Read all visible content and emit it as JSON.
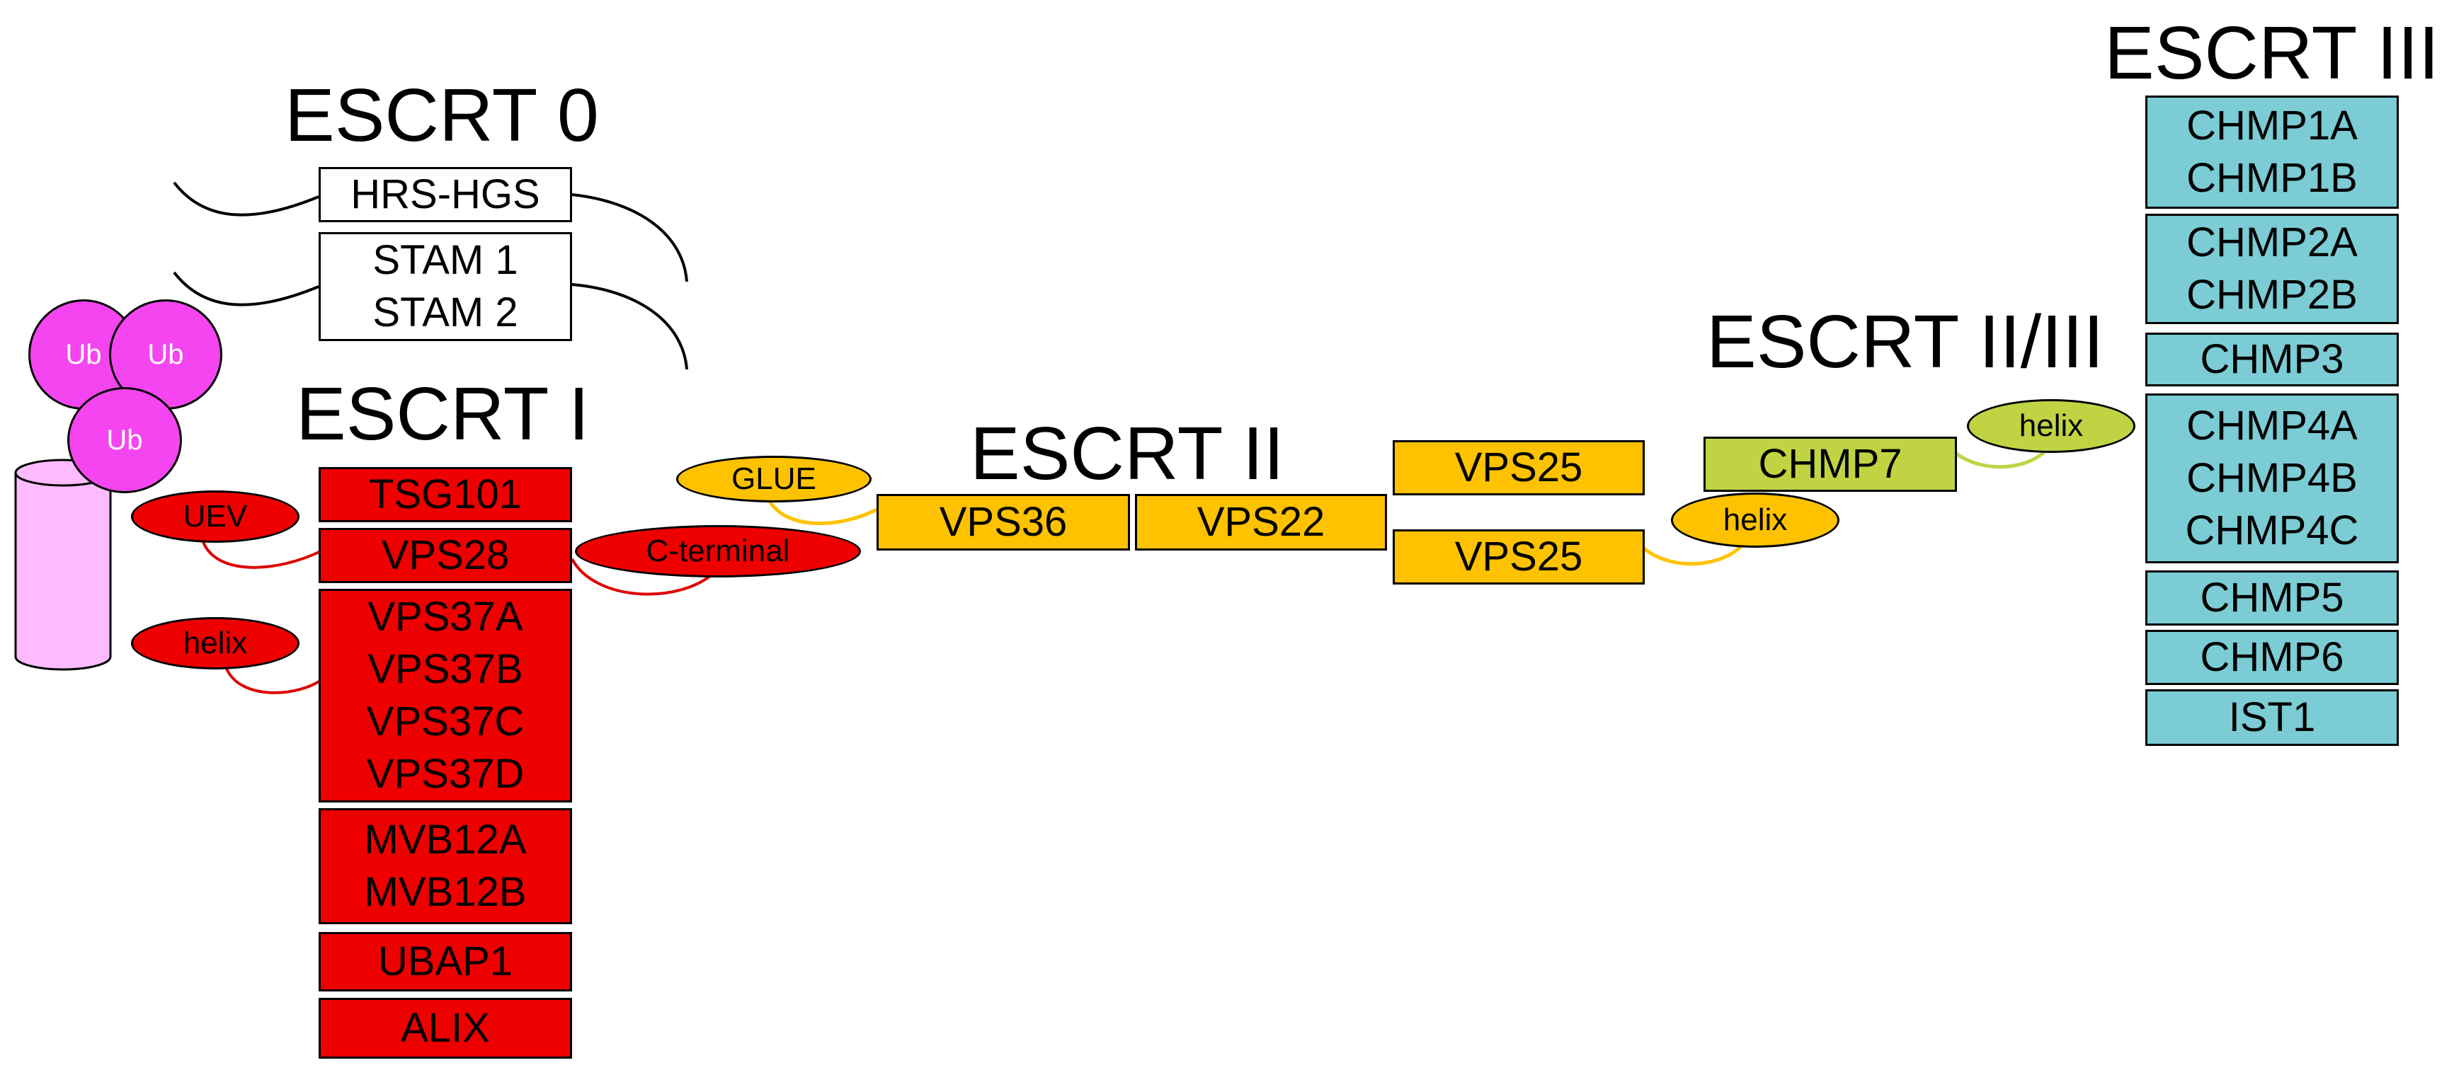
{
  "titles": {
    "escrt0": "ESCRT 0",
    "escrt1": "ESCRT I",
    "escrt2": "ESCRT II",
    "escrt23": "ESCRT II/III",
    "escrt3": "ESCRT III"
  },
  "escrt0": {
    "hrs": [
      "HRS-HGS"
    ],
    "stam": [
      "STAM 1",
      "STAM 2"
    ]
  },
  "escrt1": {
    "tsg101": [
      "TSG101"
    ],
    "vps28": [
      "VPS28"
    ],
    "vps37": [
      "VPS37A",
      "VPS37B",
      "VPS37C",
      "VPS37D"
    ],
    "mvb12": [
      "MVB12A",
      "MVB12B"
    ],
    "ubap1": [
      "UBAP1"
    ],
    "alix": [
      "ALIX"
    ]
  },
  "escrt2": {
    "vps36": [
      "VPS36"
    ],
    "vps22": [
      "VPS22"
    ],
    "vps25_top": [
      "VPS25"
    ],
    "vps25_bottom": [
      "VPS25"
    ]
  },
  "escrt23": {
    "chmp7": [
      "CHMP7"
    ]
  },
  "escrt3": {
    "chmp1": [
      "CHMP1A",
      "CHMP1B"
    ],
    "chmp2": [
      "CHMP2A",
      "CHMP2B"
    ],
    "chmp3": [
      "CHMP3"
    ],
    "chmp4": [
      "CHMP4A",
      "CHMP4B",
      "CHMP4C"
    ],
    "chmp5": [
      "CHMP5"
    ],
    "chmp6": [
      "CHMP6"
    ],
    "ist1": [
      "IST1"
    ]
  },
  "domains": {
    "uev": "UEV",
    "helix_red": "helix",
    "cterminal": "C-terminal",
    "glue": "GLUE",
    "helix_yellow": "helix",
    "helix_green": "helix"
  },
  "ubiquitin": [
    "Ub",
    "Ub",
    "Ub"
  ],
  "colors": {
    "escrt0": "#ffffff",
    "escrt1": "#ee0000",
    "escrt2": "#ffc200",
    "escrt23": "#c0d443",
    "escrt3": "#7bccd4",
    "ubiquitin": "#f545f0",
    "membrane": "#ffbbff",
    "link_red": "#dd0000",
    "link_yellow": "#ffc200",
    "link_green": "#c0d443"
  }
}
